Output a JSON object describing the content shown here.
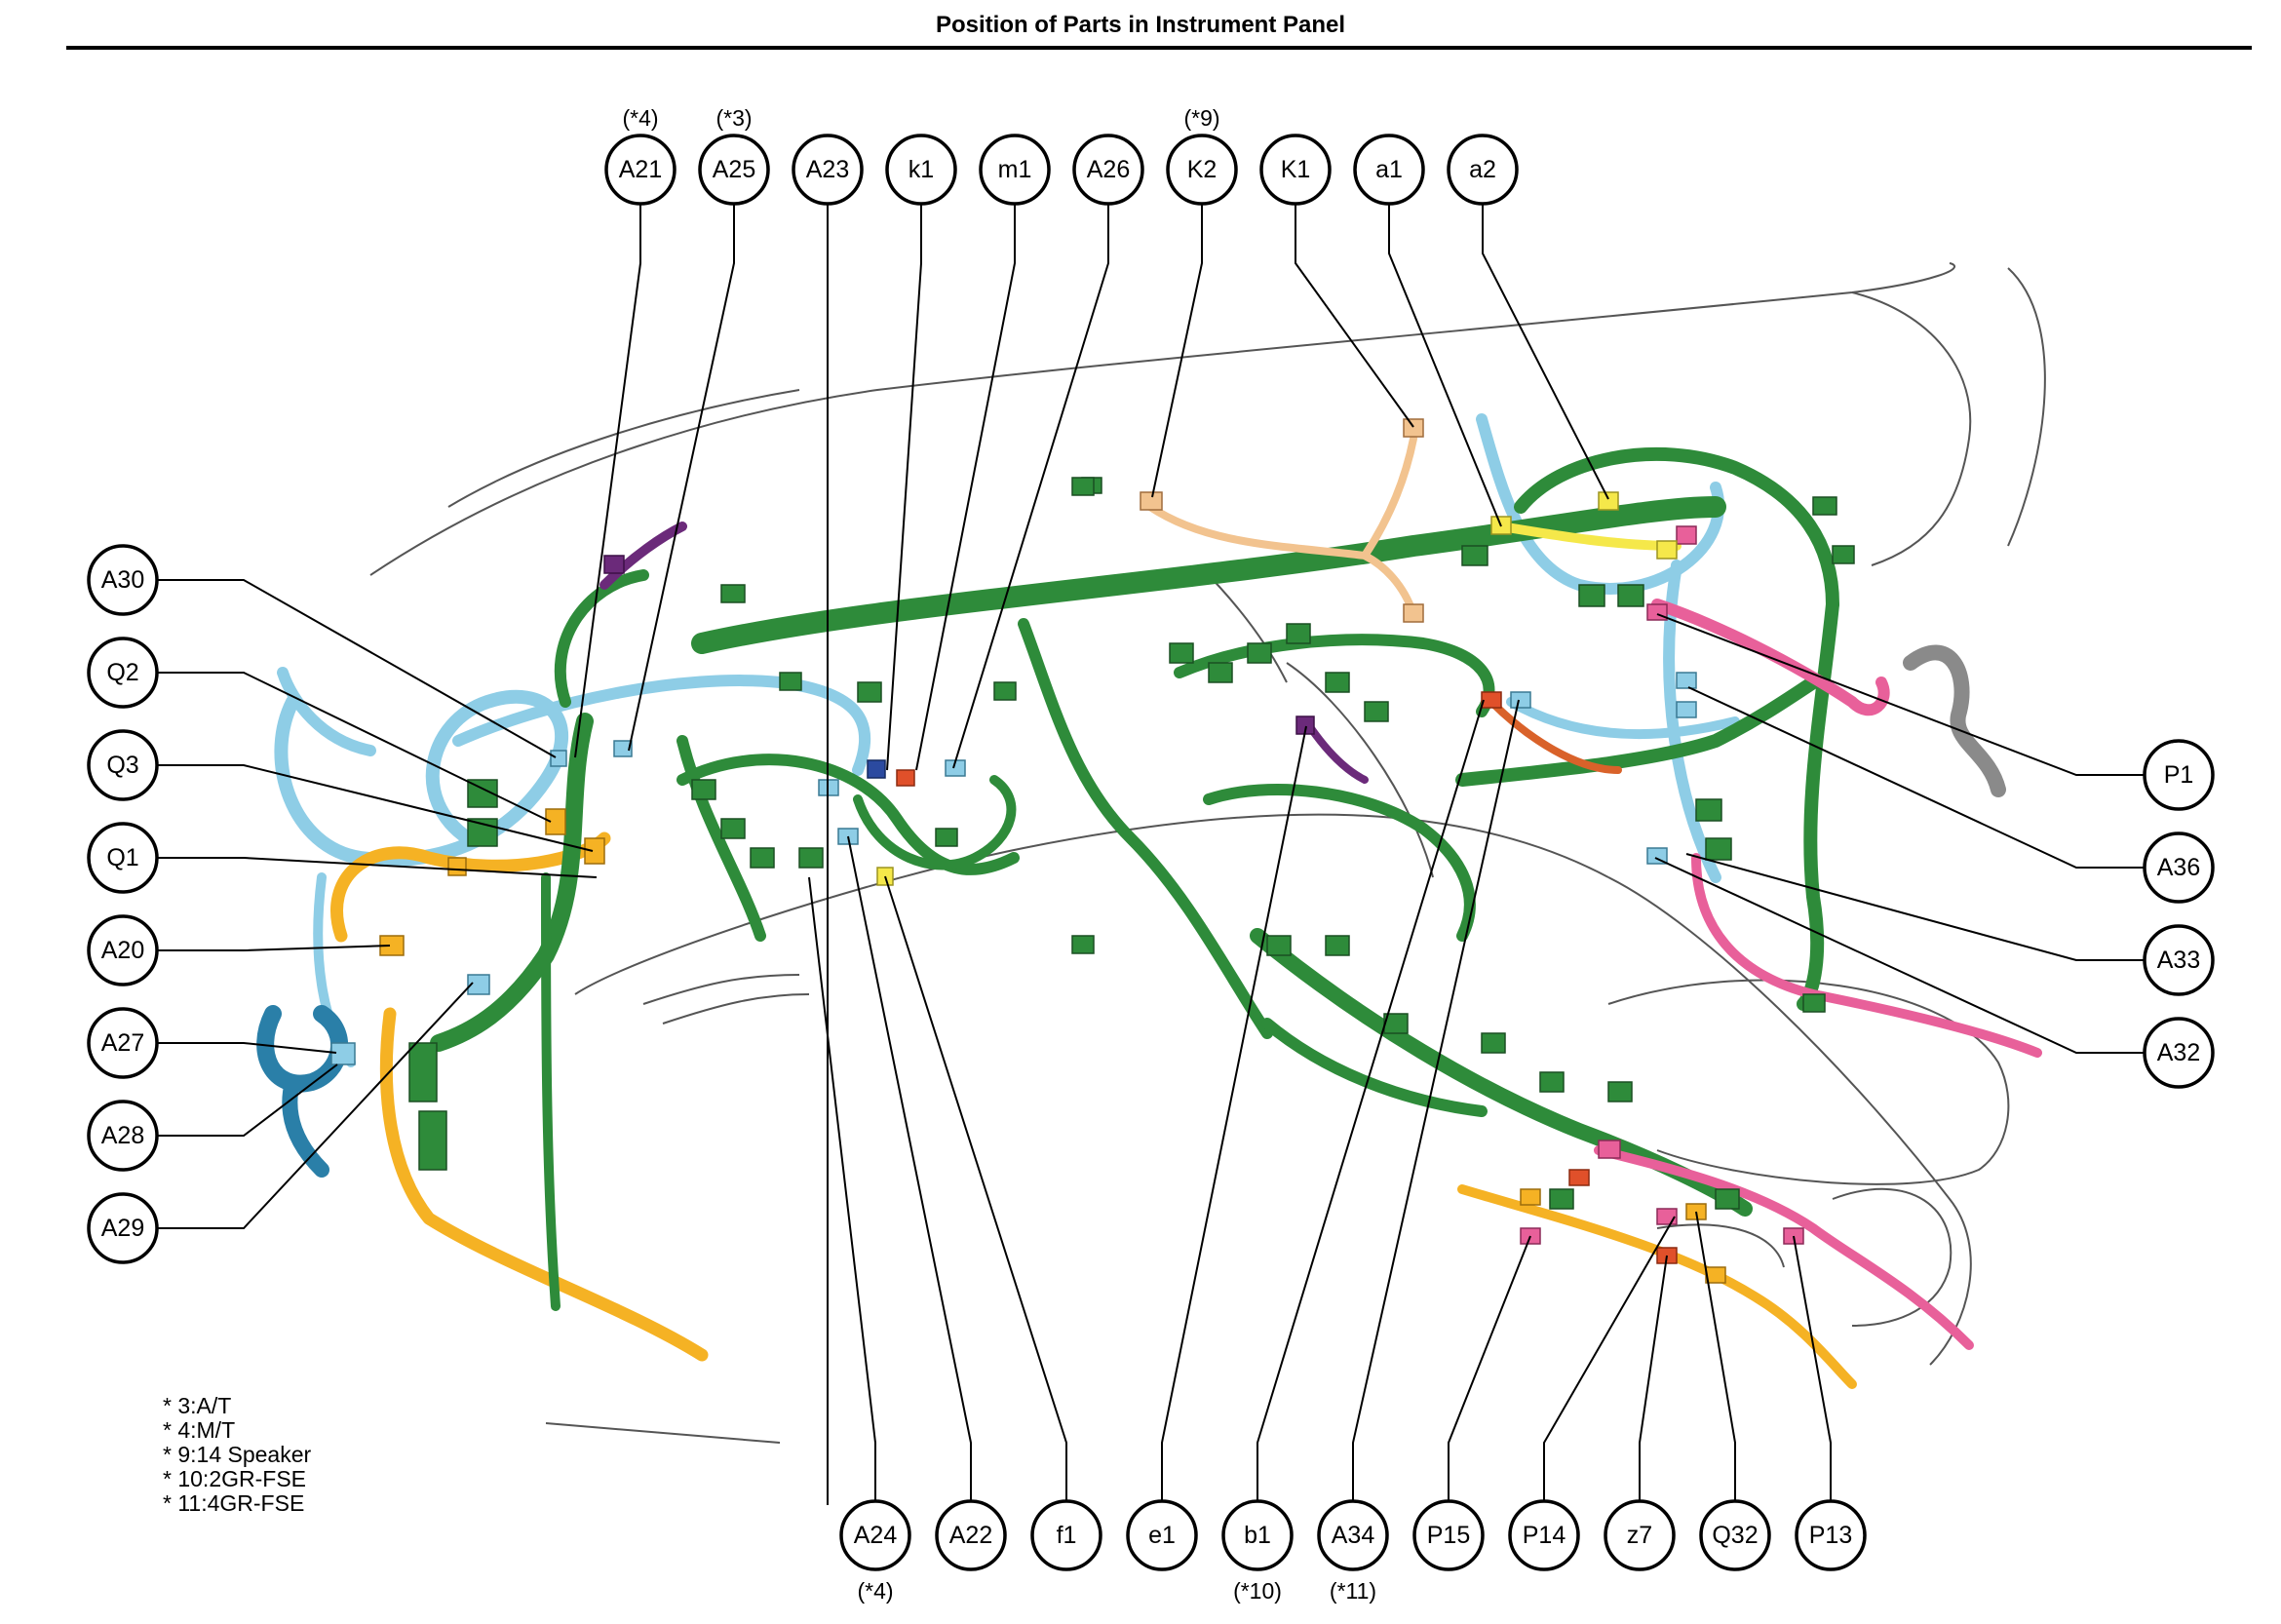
{
  "title": "Position of Parts in Instrument Panel",
  "footnotes": [
    "* 3:A/T",
    "* 4:M/T",
    "* 9:14 Speaker",
    "* 10:2GR-FSE",
    "* 11:4GR-FSE"
  ],
  "colors": {
    "harness_main": "#2e8b3a",
    "harness_blue": "#8ecde6",
    "harness_orange": "#f5b224",
    "harness_pink": "#e8609a",
    "harness_tan": "#f2c38f",
    "harness_yellow": "#f5e84a",
    "harness_purple": "#6b2a7a",
    "harness_red": "#e0502a",
    "outline": "#555555"
  },
  "callouts": [
    {
      "label": "A21",
      "note": "(*4)"
    },
    {
      "label": "A25",
      "note": "(*3)"
    },
    {
      "label": "A23",
      "note": ""
    },
    {
      "label": "k1",
      "note": ""
    },
    {
      "label": "m1",
      "note": ""
    },
    {
      "label": "A26",
      "note": ""
    },
    {
      "label": "K2",
      "note": "(*9)"
    },
    {
      "label": "K1",
      "note": ""
    },
    {
      "label": "a1",
      "note": ""
    },
    {
      "label": "a2",
      "note": ""
    },
    {
      "label": "A30",
      "note": ""
    },
    {
      "label": "Q2",
      "note": ""
    },
    {
      "label": "Q3",
      "note": ""
    },
    {
      "label": "Q1",
      "note": ""
    },
    {
      "label": "A20",
      "note": ""
    },
    {
      "label": "A27",
      "note": ""
    },
    {
      "label": "A28",
      "note": ""
    },
    {
      "label": "A29",
      "note": ""
    },
    {
      "label": "P1",
      "note": ""
    },
    {
      "label": "A36",
      "note": ""
    },
    {
      "label": "A33",
      "note": ""
    },
    {
      "label": "A32",
      "note": ""
    },
    {
      "label": "A24",
      "note": "(*4)"
    },
    {
      "label": "A22",
      "note": ""
    },
    {
      "label": "f1",
      "note": ""
    },
    {
      "label": "e1",
      "note": ""
    },
    {
      "label": "b1",
      "note": "(*10)"
    },
    {
      "label": "A34",
      "note": "(*11)"
    },
    {
      "label": "P15",
      "note": ""
    },
    {
      "label": "P14",
      "note": ""
    },
    {
      "label": "z7",
      "note": ""
    },
    {
      "label": "Q32",
      "note": ""
    },
    {
      "label": "P13",
      "note": ""
    }
  ]
}
